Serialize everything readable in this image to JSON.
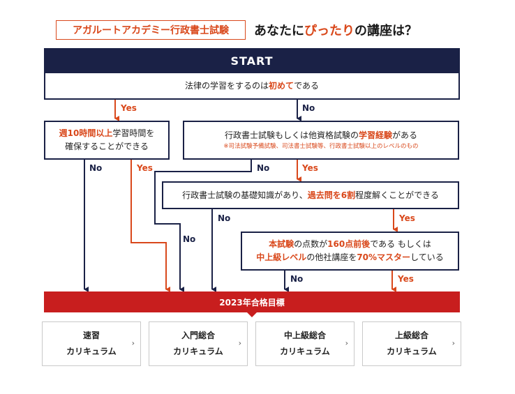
{
  "title": {
    "badge": "アガルートアカデミー行政書士試験",
    "prefix": "あなたに",
    "highlight": "ぴったり",
    "suffix": "の講座は？"
  },
  "start": "START",
  "q1": {
    "pre": "法律の学習をするのは",
    "hl": "初めて",
    "post": "である"
  },
  "q2": {
    "hl1": "週10時間以上",
    "mid": "学習時間を",
    "line2": "確保することができる"
  },
  "q3": {
    "pre": "行政書士試験もしくは他資格試験の",
    "hl": "学習経験",
    "post": "がある",
    "note": "※司法試験予備試験、司法書士試験等、行政書士試験以上のレベルのもの"
  },
  "q4": {
    "pre": "行政書士試験の基礎知識があり、",
    "hl": "過去問を6割",
    "post": "程度解くことができる"
  },
  "q5": {
    "hl1": "本試験",
    "m1": "の点数が",
    "hl2": "160点前後",
    "m2": "である もしくは",
    "hl3": "中上級レベル",
    "m3": "の他社講座を",
    "hl4": "70%マスター",
    "m4": "している"
  },
  "labels": {
    "yes": "Yes",
    "no": "No"
  },
  "goal": "2023年合格目標",
  "cards": [
    {
      "line1": "速習",
      "line2": "カリキュラム"
    },
    {
      "line1": "入門総合",
      "line2": "カリキュラム"
    },
    {
      "line1": "中上級総合",
      "line2": "カリキュラム"
    },
    {
      "line1": "上級総合",
      "line2": "カリキュラム"
    }
  ],
  "colors": {
    "navy": "#1a2146",
    "orange": "#d9481b",
    "red": "#c81e1e"
  }
}
